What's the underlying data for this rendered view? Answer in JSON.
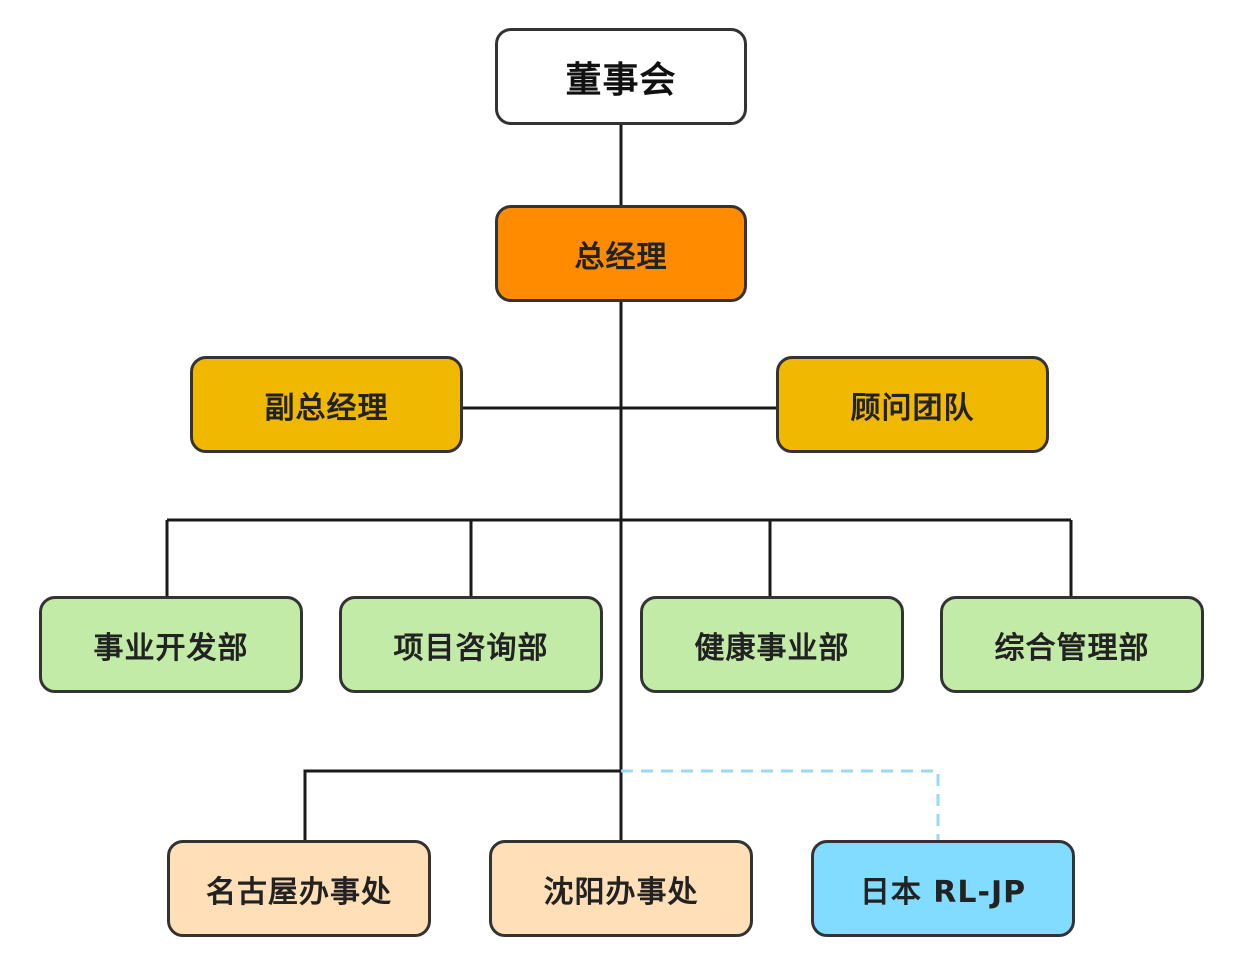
{
  "org_chart": {
    "board": {
      "label": "董事会",
      "color": "#ffffff"
    },
    "general_manager": {
      "label": "总经理",
      "color": "#ff8c00"
    },
    "staff": [
      {
        "label": "副总经理",
        "color": "#f1b800"
      },
      {
        "label": "顾问团队",
        "color": "#f1b800"
      }
    ],
    "departments": [
      {
        "label": "事业开发部",
        "color": "#c2eba8"
      },
      {
        "label": "项目咨询部",
        "color": "#c2eba8"
      },
      {
        "label": "健康事业部",
        "color": "#c2eba8"
      },
      {
        "label": "综合管理部",
        "color": "#c2eba8"
      }
    ],
    "offices": [
      {
        "label": "名古屋办事处",
        "color": "#ffdfb8",
        "link": "solid"
      },
      {
        "label": "沈阳办事处",
        "color": "#ffdfb8",
        "link": "solid"
      },
      {
        "label": "日本 RL-JP",
        "color": "#81dcff",
        "link": "dashed"
      }
    ],
    "colors": {
      "line": "#1a1a1a",
      "dashed_line": "#9ad8f5",
      "border": "#333333"
    }
  }
}
